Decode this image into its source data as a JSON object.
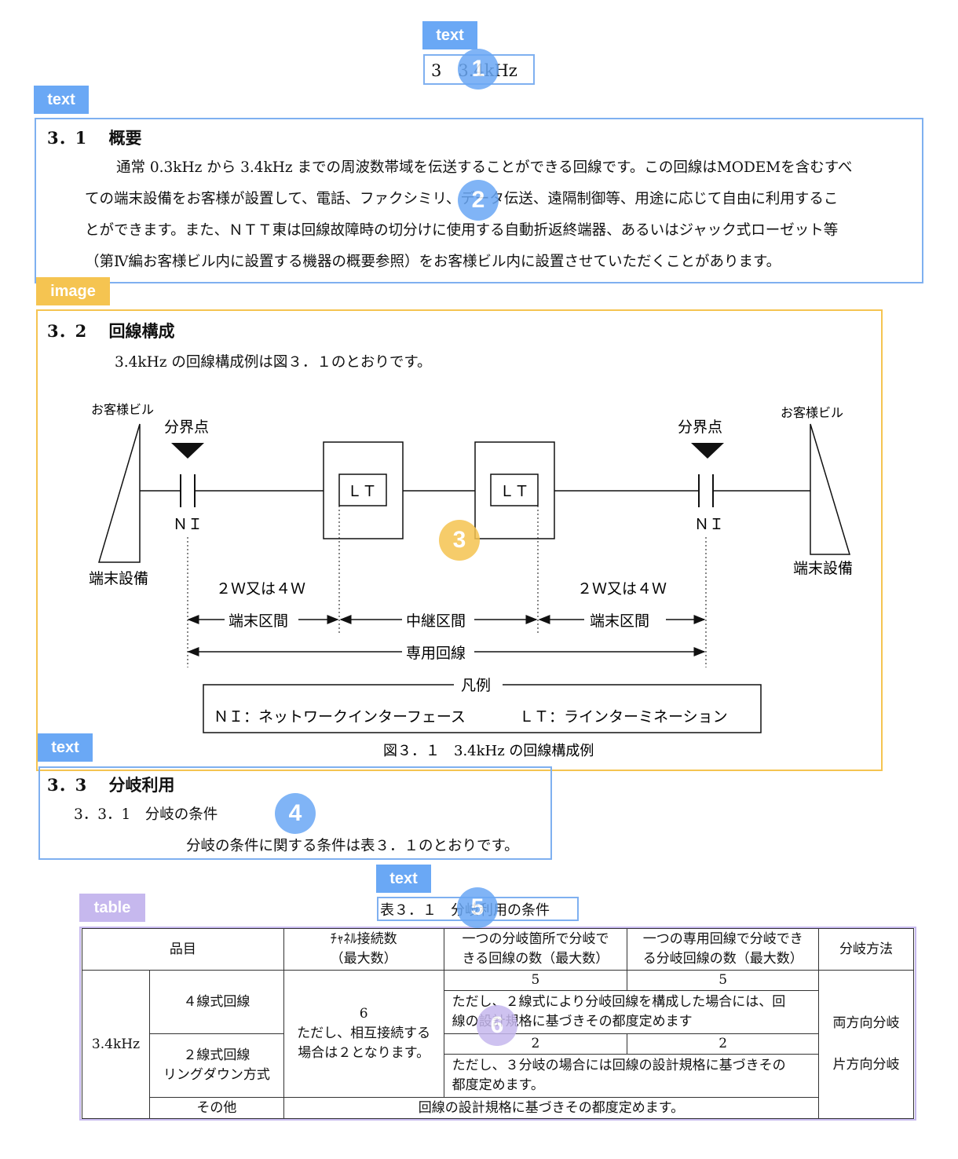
{
  "title": "3　3.4kHz",
  "s31": {
    "heading": "3．1　 概要",
    "line1": "通常 0.3kHz から 3.4kHz までの周波数帯域を伝送することができる回線です。この回線はMODEMを含むすべ",
    "line2": "ての端末設備をお客様が設置して、電話、ファクシミリ、データ伝送、遠隔制御等、用途に応じて自由に利用するこ",
    "line3": "とができます。また、ＮＴＴ東は回線故障時の切分けに使用する自動折返終端器、あるいはジャック式ローゼット等",
    "line4": "（第Ⅳ編お客様ビル内に設置する機器の概要参照）をお客様ビル内に設置させていただくことがあります。"
  },
  "s32": {
    "heading": "3．2　 回線構成",
    "intro": "3.4kHz の回線構成例は図３．１のとおりです。"
  },
  "diagram": {
    "customer_building": "お客様ビル",
    "demarcation": "分界点",
    "ni": "ＮＩ",
    "lt": "ＬＴ",
    "terminal_equipment": "端末設備",
    "wire_type": "２Ｗ又は４Ｗ",
    "terminal_section": "端末区間",
    "relay_section": "中継区間",
    "dedicated_line": "専用回線",
    "legend_title": "凡例",
    "legend_ni": "ＮＩ：ネットワークインターフェース",
    "legend_lt": "ＬＴ：ラインターミネーション",
    "caption": "図３．１　3.4kHz の回線構成例"
  },
  "s33": {
    "heading": "3．3　 分岐利用",
    "sub": "3．3．1　分岐の条件",
    "body": "分岐の条件に関する条件は表３．１のとおりです。"
  },
  "table": {
    "caption": "表３．１　分岐利用の条件",
    "h_item": "品目",
    "h_ch1": "ﾁｬﾈﾙ接続数",
    "h_ch2": "（最大数）",
    "h_one1": "一つの分岐箇所で分岐で",
    "h_one2": "きる回線の数（最大数）",
    "h_ded1": "一つの専用回線で分岐でき",
    "h_ded2": "る分岐回線の数（最大数）",
    "h_method": "分岐方法",
    "khz": "3.4kHz",
    "four_wire": "４線式回線",
    "two_wire1": "２線式回線",
    "two_wire2": "リングダウン方式",
    "other": "その他",
    "ch_val": "6",
    "ch_note1": "ただし、相互接続する",
    "ch_note2": "場合は２となります。",
    "four_one": "5",
    "four_ded": "5",
    "four_note1": "ただし、２線式により分岐回線を構成した場合には、回",
    "four_note2": "線の設計規格に基づきその都度定めます",
    "two_one": "2",
    "two_ded": "2",
    "two_note1": "ただし、３分岐の場合には回線の設計規格に基づきその",
    "two_note2": "都度定めます。",
    "other_note": "回線の設計規格に基づきその都度定めます。",
    "bidir": "両方向分岐",
    "unidir": "片方向分岐"
  },
  "annotations": {
    "tags": [
      "text",
      "text",
      "image",
      "text",
      "text",
      "table"
    ],
    "numbers": [
      "1",
      "2",
      "3",
      "4",
      "5",
      "6"
    ]
  }
}
